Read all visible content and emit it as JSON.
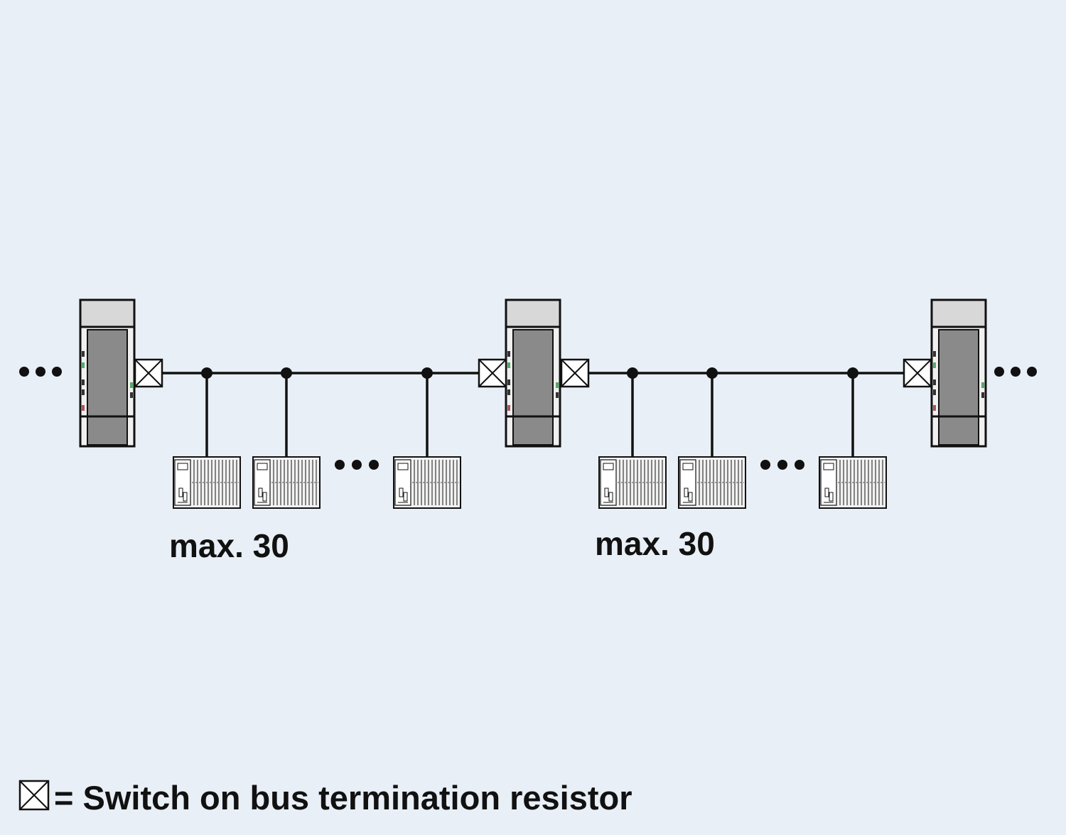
{
  "colors": {
    "background": "#e9eff6",
    "line": "#111111",
    "repeater_body": "#8a8a8a",
    "repeater_cap": "#d8d8d8",
    "module_fill": "#f2f2f2"
  },
  "segments": [
    {
      "count_label": "max. 30"
    },
    {
      "count_label": "max. 30"
    }
  ],
  "legend": {
    "text": "= Switch on bus termination resistor",
    "symbol": "bus-termination-switch-icon"
  }
}
